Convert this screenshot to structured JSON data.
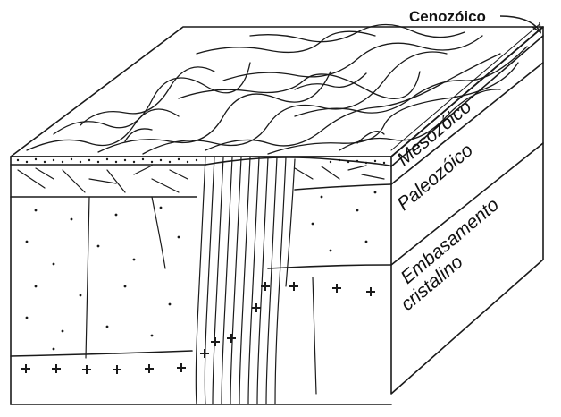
{
  "labels": {
    "cenozoico": "Cenozóico",
    "mesozoico": "Mesozóico",
    "paleozoico": "Paleozóico",
    "embasamento_line1": "Embasamento",
    "embasamento_line2": "cristalino"
  },
  "colors": {
    "line": "#1a1a1a",
    "background": "#ffffff"
  }
}
